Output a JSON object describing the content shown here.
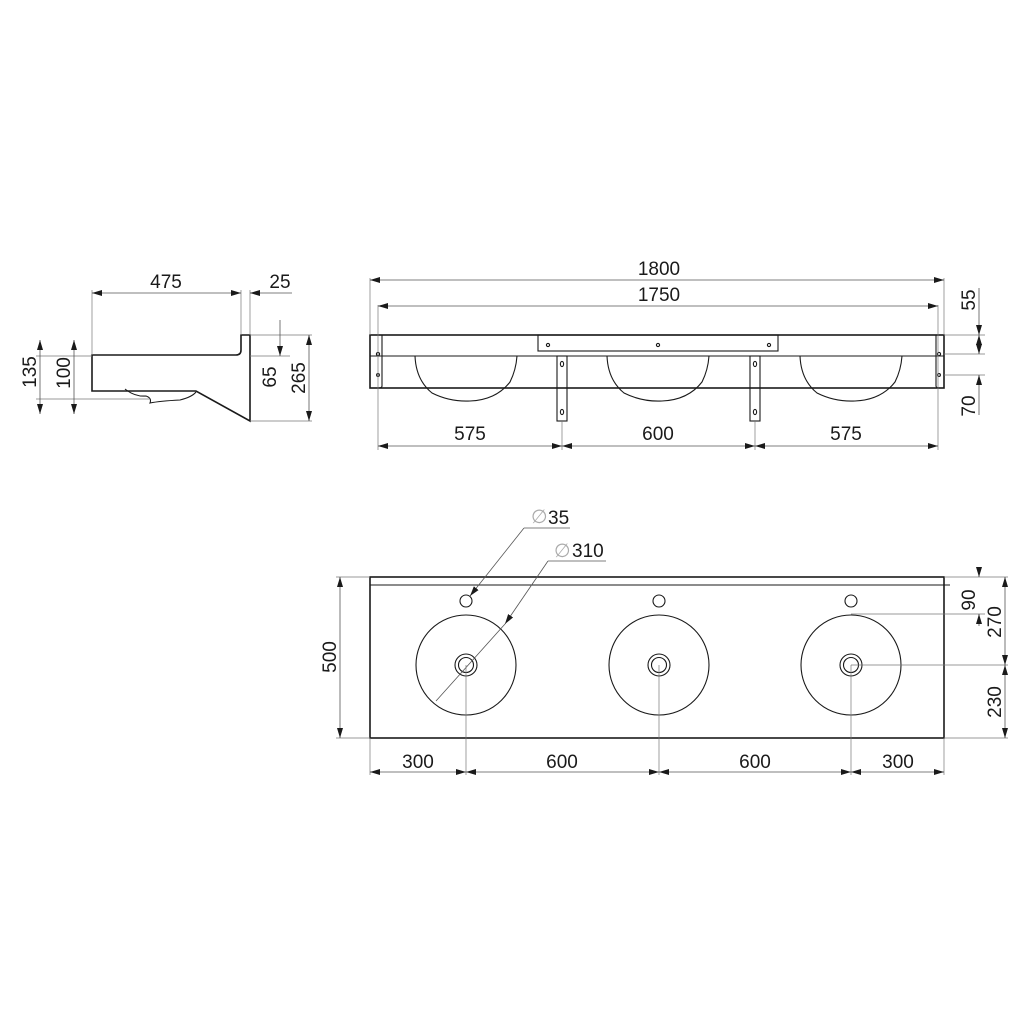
{
  "drawing": {
    "type": "technical-dimension-drawing",
    "subject": "triple washbasin trough",
    "units": "mm"
  },
  "side_view": {
    "dims": {
      "depth": "475",
      "wall_offset": "25",
      "front_height": "135",
      "rim_height": "100",
      "splash_height": "65",
      "total_height": "265"
    }
  },
  "front_view": {
    "dims": {
      "overall_width": "1800",
      "inner_width": "1750",
      "bracket_left": "575",
      "bracket_middle": "600",
      "bracket_right": "575",
      "top_offset": "55",
      "hole_offset": "70"
    }
  },
  "top_view": {
    "dims": {
      "tap_hole_diameter": "35",
      "bowl_diameter": "310",
      "depth": "500",
      "tap_hole_offset": "90",
      "bowl_center_from_back": "270",
      "bowl_center_from_front": "230",
      "spacing": [
        "300",
        "600",
        "600",
        "300"
      ]
    },
    "diameter_symbol": "∅"
  }
}
